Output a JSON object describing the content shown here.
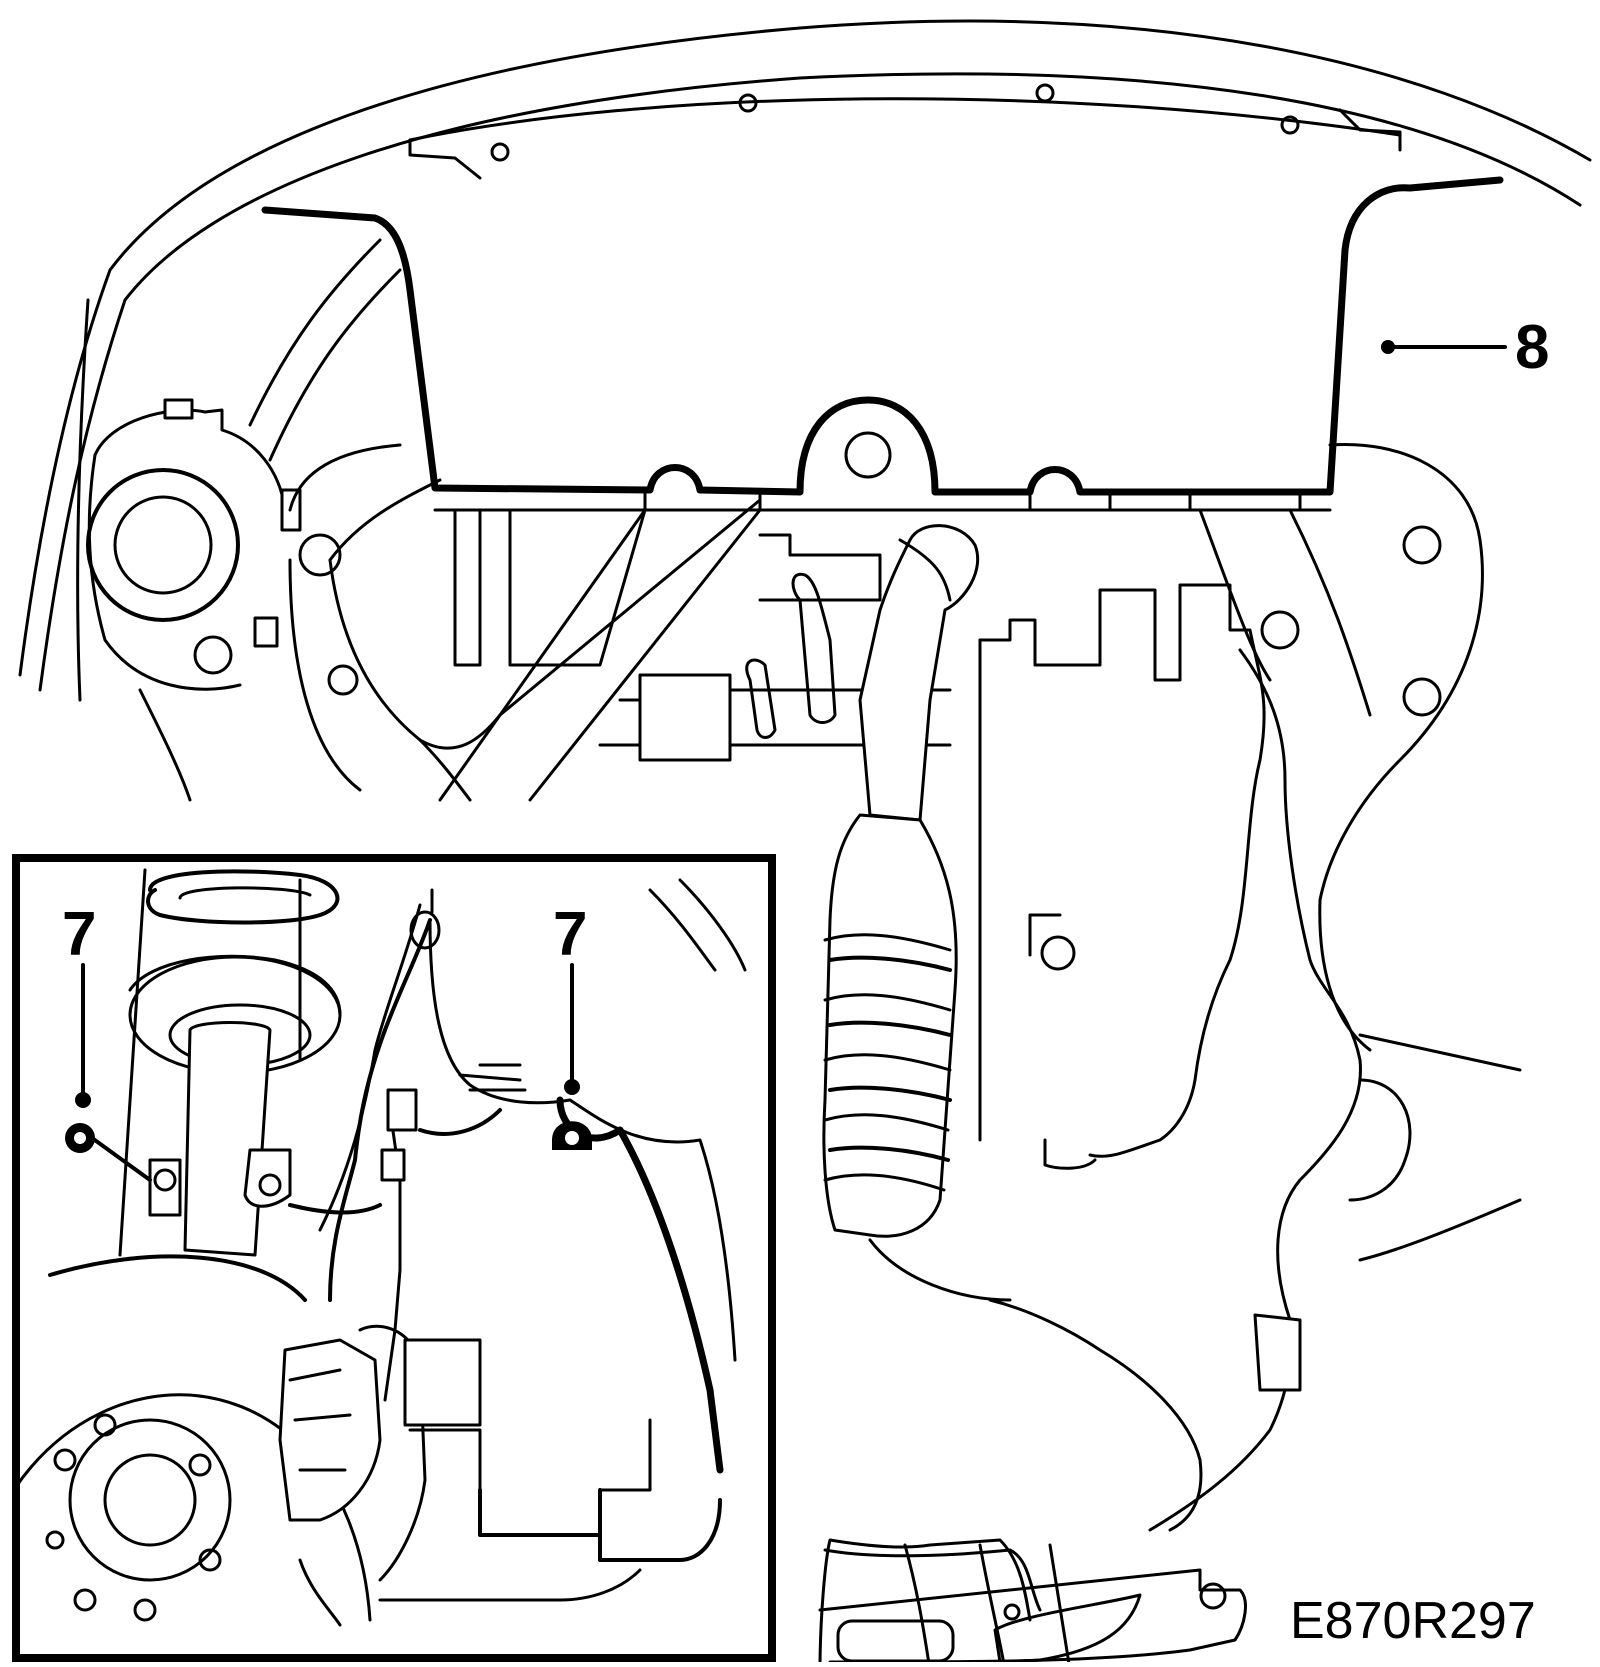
{
  "diagram": {
    "part_label_cover": "8",
    "inset_label_left": "7",
    "inset_label_right": "7",
    "figure_code": "E870R297"
  },
  "colors": {
    "line": "#000000",
    "background": "#ffffff"
  }
}
